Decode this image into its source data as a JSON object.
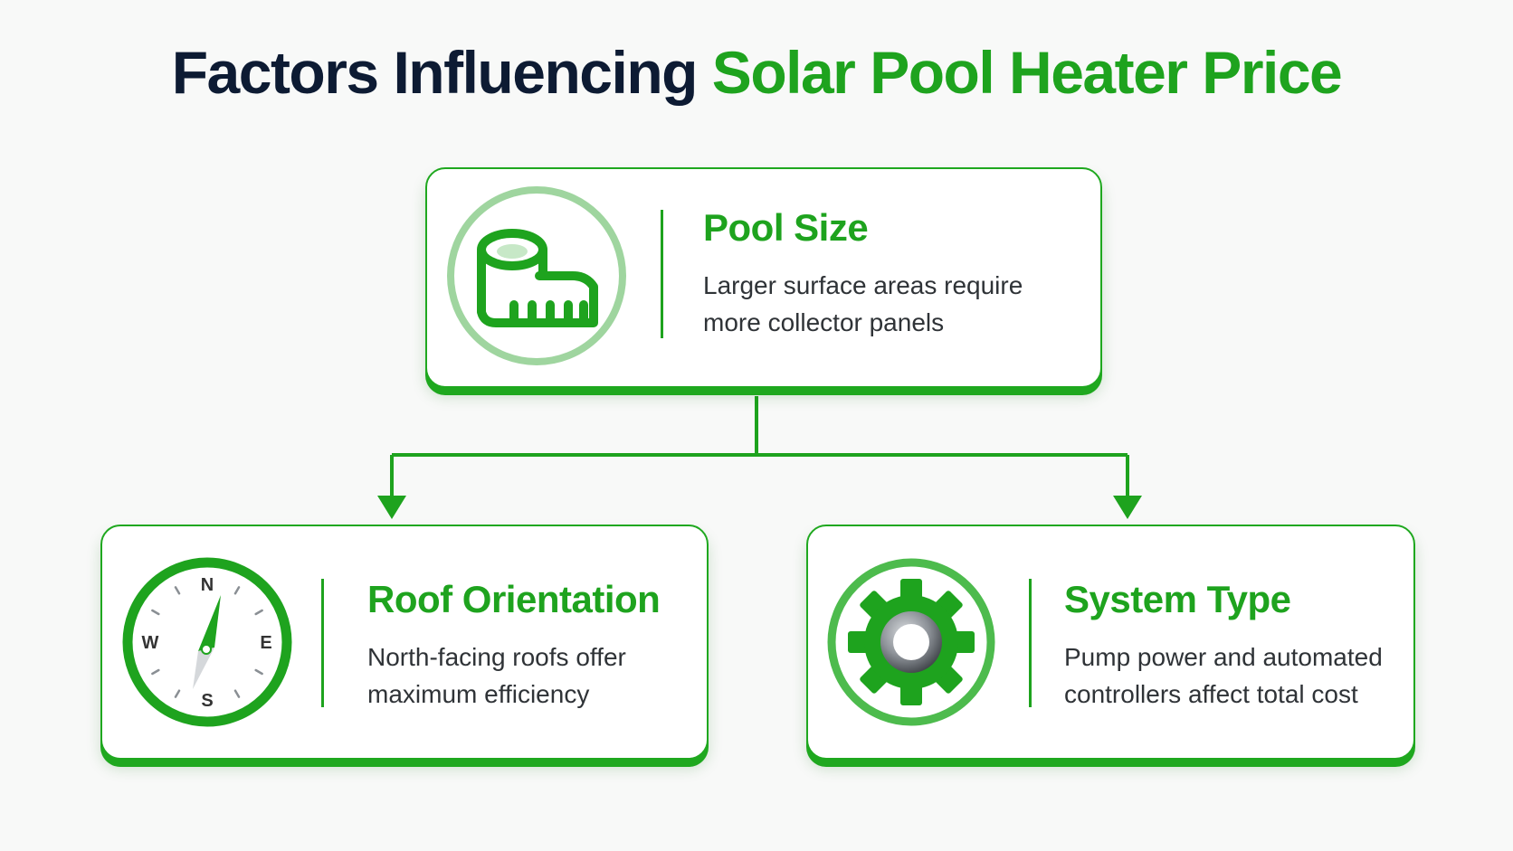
{
  "title": {
    "part1": "Factors Influencing",
    "part2": "Solar Pool Heater Price"
  },
  "colors": {
    "accent_green": "#1ea31e",
    "title_dark": "#0d1b33",
    "body_text": "#2f3337",
    "background": "#f8f9f8"
  },
  "cards": {
    "pool_size": {
      "title": "Pool Size",
      "line1": "Larger surface areas require",
      "line2": "more collector panels",
      "icon": "measuring-tape-icon"
    },
    "roof_orientation": {
      "title": "Roof Orientation",
      "line1": "North-facing roofs offer",
      "line2": "maximum efficiency",
      "icon": "compass-icon",
      "compass": {
        "n": "N",
        "s": "S",
        "e": "E",
        "w": "W"
      }
    },
    "system_type": {
      "title": "System Type",
      "line1": "Pump power and automated",
      "line2": "controllers affect total cost",
      "icon": "gear-icon"
    }
  }
}
